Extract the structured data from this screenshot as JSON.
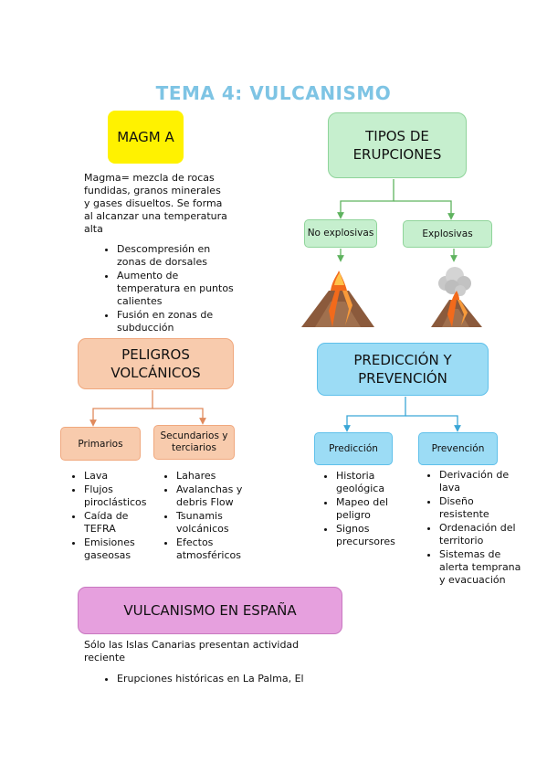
{
  "title": "TEMA 4: VULCANISMO",
  "magma": {
    "heading": "MAGM A",
    "definition": "Magma= mezcla de rocas fundidas, granos minerales y gases disueltos. Se forma al alcanzar una temperatura alta",
    "items": [
      "Descompresión en zonas de dorsales",
      "Aumento de temperatura en puntos calientes",
      "Fusión en zonas de subducción"
    ]
  },
  "eruptions": {
    "heading": "TIPOS DE ERUPCIONES",
    "types": [
      "No explosivas",
      "Explosivas"
    ]
  },
  "hazards": {
    "heading": "PELIGROS VOLCÁNICOS",
    "primary_label": "Primarios",
    "secondary_label": "Secundarios y terciarios",
    "primary_items": [
      "Lava",
      "Flujos piroclásticos",
      "Caída de TEFRA",
      "Emisiones gaseosas"
    ],
    "secondary_items": [
      "Lahares",
      "Avalanchas y debris Flow",
      "Tsunamis volcánicos",
      "Efectos atmosféricos"
    ]
  },
  "prediction": {
    "heading": "PREDICCIÓN Y PREVENCIÓN",
    "prediction_label": "Predicción",
    "prevention_label": "Prevención",
    "prediction_items": [
      "Historia geológica",
      "Mapeo del peligro",
      "Signos precursores"
    ],
    "prevention_items": [
      "Derivación de lava",
      "Diseño resistente",
      "Ordenación del territorio",
      "Sistemas de alerta temprana y evacuación"
    ]
  },
  "spain": {
    "heading": "VULCANISMO EN ESPAÑA",
    "text": "Sólo las Islas Canarias presentan actividad reciente",
    "items": [
      "Erupciones históricas en La Palma, El"
    ]
  },
  "colors": {
    "title": "#7ec4e4",
    "magma_box": "#fff200",
    "eruption_box": "#c6efce",
    "eruption_border": "#8fd49a",
    "hazard_box": "#f8cbad",
    "hazard_border": "#f0a87e",
    "prediction_box": "#9cdcf5",
    "prediction_border": "#5fc0ea",
    "spain_box": "#e6a0de",
    "spain_border": "#c878c0"
  }
}
